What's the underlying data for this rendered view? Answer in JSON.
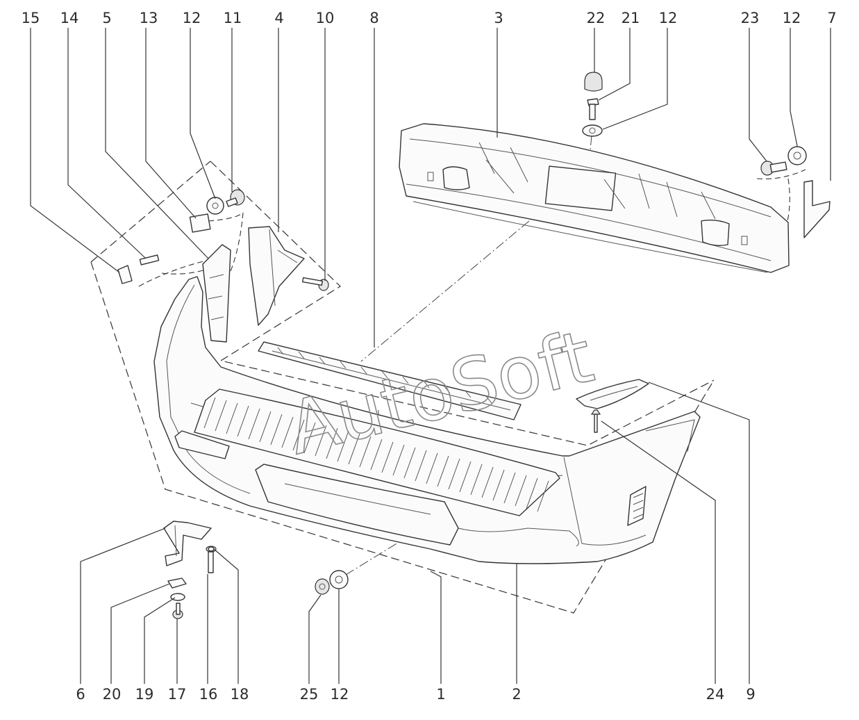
{
  "watermark": "AutoSoft",
  "callouts": {
    "top": {
      "c15": "15",
      "c14": "14",
      "c5": "5",
      "c13": "13",
      "c12a": "12",
      "c11": "11",
      "c4": "4",
      "c10": "10",
      "c8": "8",
      "c3": "3",
      "c22": "22",
      "c21": "21",
      "c12b": "12",
      "c23": "23",
      "c12c": "12",
      "c7": "7"
    },
    "bottom": {
      "c6": "6",
      "c20": "20",
      "c19": "19",
      "c17": "17",
      "c16": "16",
      "c18": "18",
      "c25": "25",
      "c12d": "12",
      "c1": "1",
      "c2": "2",
      "c24": "24",
      "c9": "9"
    }
  }
}
